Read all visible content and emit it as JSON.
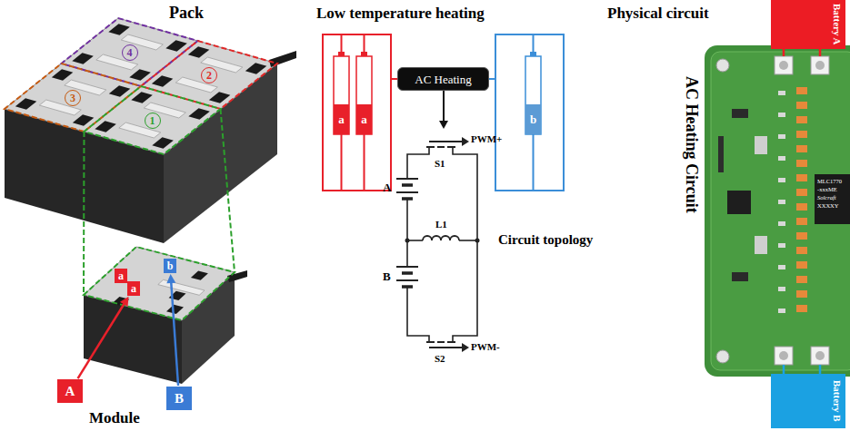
{
  "diagram": {
    "nodes": [
      {
        "text": [
          "4"
        ]
      },
      {
        "text": [
          "3"
        ]
      },
      {
        "text": [
          "2"
        ]
      },
      {
        "text": [
          "1"
        ]
      },
      {
        "text": [
          "a"
        ]
      },
      {
        "text": [
          "a"
        ]
      },
      {
        "text": [
          "b"
        ]
      },
      {
        "text": [
          "A"
        ]
      },
      {
        "text": [
          "B"
        ]
      },
      {
        "text": [
          "a"
        ]
      },
      {
        "text": [
          "a"
        ]
      },
      {
        "text": [
          "AC Heating"
        ]
      },
      {
        "text": [
          "b"
        ]
      },
      {
        "text": [
          "Battery A"
        ]
      },
      {
        "text": [
          "Battery B"
        ]
      }
    ],
    "edges": [
      {
        "from": 7,
        "to": 5,
        "arrow": "to"
      },
      {
        "from": 8,
        "to": 6,
        "arrow": "to"
      }
    ],
    "labels": [
      "Pack",
      "Module",
      "Low temperature heating",
      "PWM+",
      "S1",
      "A",
      "L1",
      "Circuit topology",
      "B",
      "S2",
      "PWM-",
      "Physical circuit",
      "AC Heating Circuit",
      "MLC1770",
      "-xxxME",
      "Solcraft",
      "XXXXY"
    ]
  }
}
